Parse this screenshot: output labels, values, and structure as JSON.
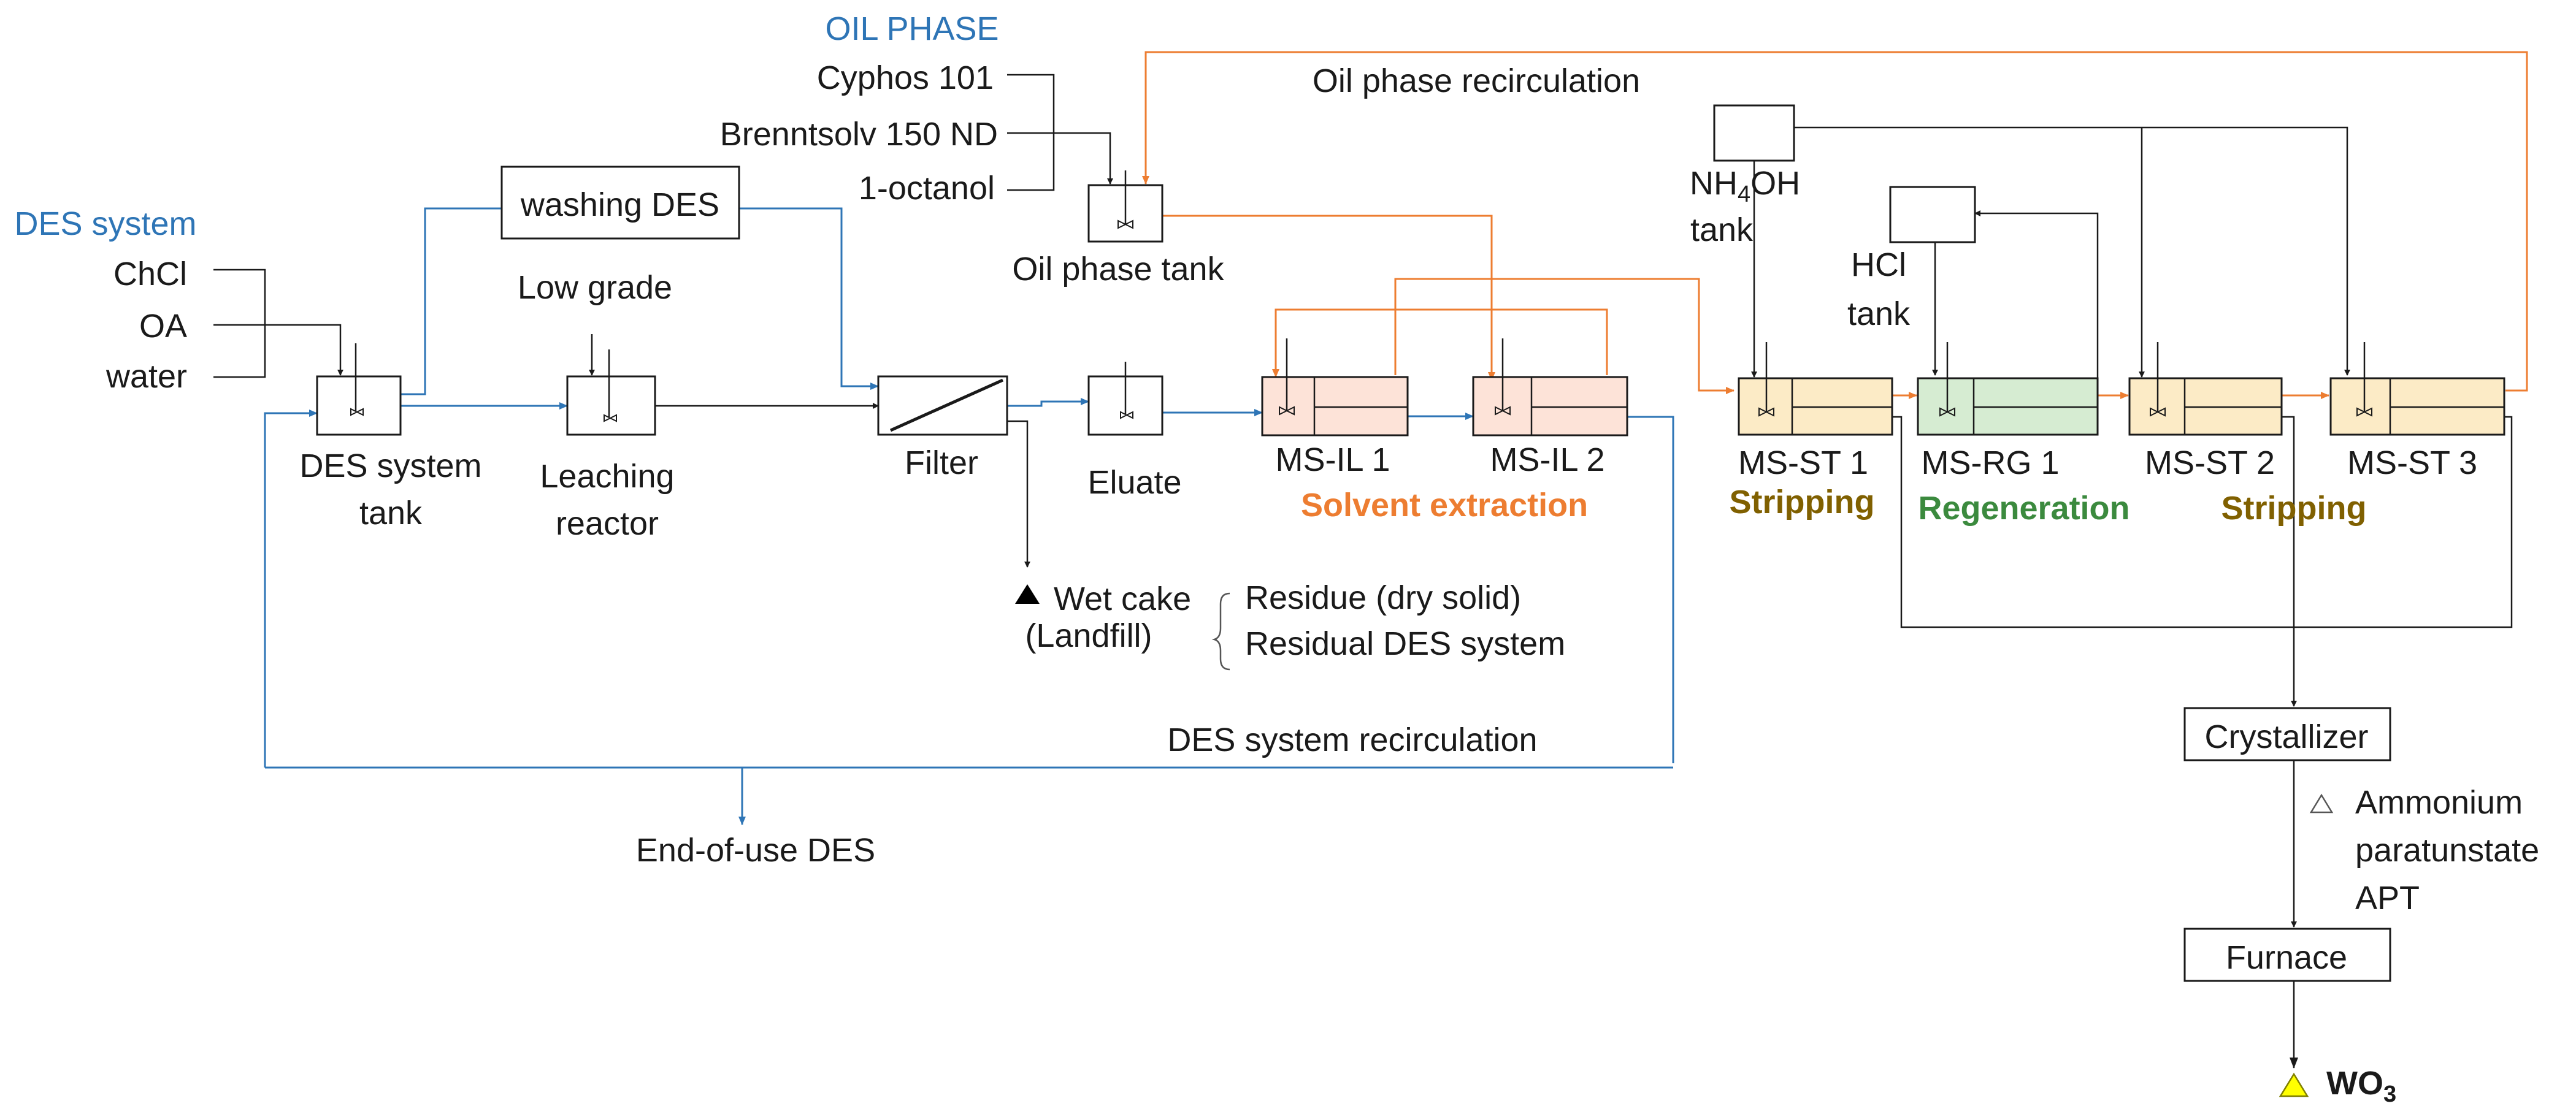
{
  "colors": {
    "des_line": "#2e75b6",
    "oil_line": "#ed7d31",
    "stripping": "#806000",
    "regeneration": "#3b8a3e",
    "ms_il_fill": "#fde3d8",
    "ms_st_fill": "#fcebc6",
    "ms_rg_fill": "#d6ecd2",
    "wo3_marker": "#ffff00"
  },
  "labels": {
    "oil_phase_header": "OIL PHASE",
    "cyphos": "Cyphos 101",
    "brenntsolv": "Brenntsolv 150 ND",
    "octanol": "1-octanol",
    "oil_recirc": "Oil phase recirculation",
    "des_system_header": "DES system",
    "chcl": "ChCl",
    "oa": "OA",
    "water": "water",
    "washing_des": "washing DES",
    "low_grade": "Low grade",
    "des_tank_1": "DES system",
    "des_tank_2": "tank",
    "leaching_1": "Leaching",
    "leaching_2": "reactor",
    "filter": "Filter",
    "eluate": "Eluate",
    "oil_phase_tank": "Oil phase tank",
    "ms_il1": "MS-IL 1",
    "ms_il2": "MS-IL 2",
    "solvent_extraction": "Solvent extraction",
    "nh4oh_main": "NH",
    "nh4oh_sub": "4",
    "nh4oh_end": "OH",
    "nh4oh_tank": "tank",
    "hcl": "HCl",
    "hcl_tank": "tank",
    "ms_st1": "MS-ST 1",
    "ms_rg1": "MS-RG 1",
    "ms_st2": "MS-ST 2",
    "ms_st3": "MS-ST 3",
    "stripping_1": "Stripping",
    "regeneration": "Regeneration",
    "stripping_2": "Stripping",
    "wet_cake": "Wet cake",
    "landfill": "(Landfill)",
    "residue_dry": "Residue (dry solid)",
    "residual_des": "Residual DES system",
    "des_recirc": "DES system recirculation",
    "end_of_use": "End-of-use DES",
    "crystallizer": "Crystallizer",
    "apt_1": "Ammonium",
    "apt_2": "paratunstate",
    "apt_3": "APT",
    "furnace": "Furnace",
    "wo3_main": "WO",
    "wo3_sub": "3"
  }
}
